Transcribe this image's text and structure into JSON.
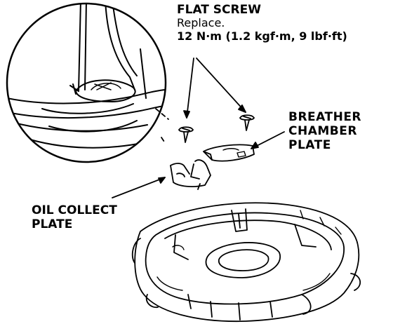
{
  "labels": {
    "flat_screw": {
      "title": "FLAT SCREW",
      "note": "Replace.",
      "torque": "12 N·m (1.2 kgf·m, 9 lbf·ft)"
    },
    "breather_chamber_plate": [
      "BREATHER",
      "CHAMBER",
      "PLATE"
    ],
    "oil_collect_plate": [
      "OIL COLLECT",
      "PLATE"
    ]
  },
  "colors": {
    "ink": "#000000",
    "paper": "#ffffff"
  }
}
